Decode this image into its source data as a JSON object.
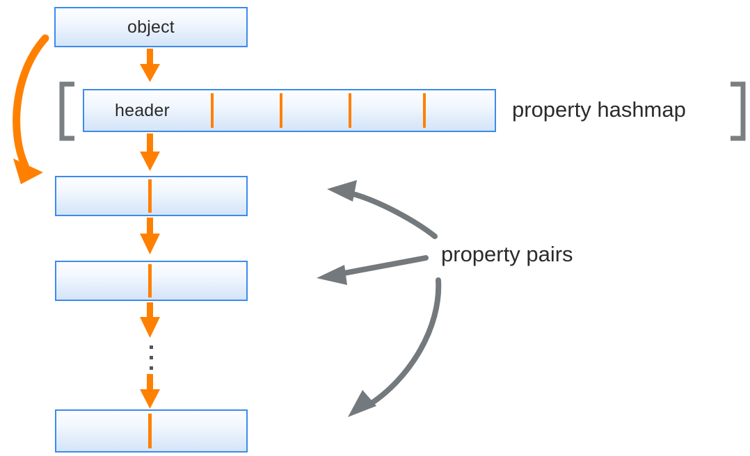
{
  "diagram": {
    "title_elements": {
      "object_box_label": "object",
      "header_cell_label": "header",
      "hashmap_label": "property hashmap",
      "pairs_label": "property pairs"
    },
    "boxes": [
      {
        "name": "object",
        "label": "object"
      },
      {
        "name": "hashmap",
        "label": "header"
      },
      {
        "name": "pair-1",
        "label": ""
      },
      {
        "name": "pair-2",
        "label": ""
      },
      {
        "name": "pair-3",
        "label": ""
      }
    ],
    "hashmap_slot_count": 4,
    "ellipsis_dot_count": 3,
    "colors": {
      "box_border": "#3b8aec",
      "box_fill_top": "#fcfdff",
      "box_fill_bottom": "#d4e4f8",
      "orange_accent": "#ff8000",
      "gray_accent": "#73797c",
      "bracket_gray": "#7a7f82",
      "text": "#2b2b2b"
    }
  }
}
